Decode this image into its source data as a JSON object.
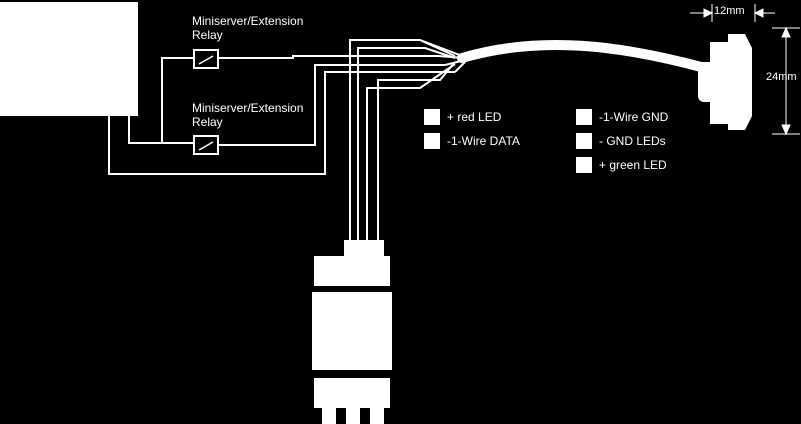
{
  "relays": [
    {
      "line1": "Miniserver/Extension",
      "line2": "Relay"
    },
    {
      "line1": "Miniserver/Extension",
      "line2": "Relay"
    }
  ],
  "legend": [
    {
      "label": "+ red LED"
    },
    {
      "label": "-1-Wire DATA"
    },
    {
      "label": "-1-Wire GND"
    },
    {
      "label": "- GND LEDs"
    },
    {
      "label": "+ green LED"
    }
  ],
  "dimensions": {
    "width_label": "12mm",
    "height_label": "24mm"
  },
  "colors": {
    "background": "#000000",
    "line": "#ffffff"
  }
}
